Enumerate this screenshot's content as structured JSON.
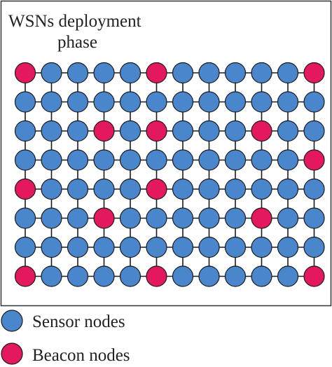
{
  "title": {
    "line1": "WSNs deployment",
    "line2": "phase"
  },
  "grid": {
    "rows": 8,
    "cols": 12,
    "beacons": [
      [
        0,
        0
      ],
      [
        0,
        5
      ],
      [
        0,
        11
      ],
      [
        2,
        3
      ],
      [
        2,
        5
      ],
      [
        2,
        9
      ],
      [
        3,
        11
      ],
      [
        4,
        0
      ],
      [
        4,
        5
      ],
      [
        5,
        3
      ],
      [
        5,
        9
      ],
      [
        7,
        0
      ],
      [
        7,
        5
      ],
      [
        7,
        11
      ]
    ]
  },
  "legend": [
    {
      "label": "Sensor nodes",
      "type": "sensor"
    },
    {
      "label": "Beacon nodes",
      "type": "beacon"
    }
  ],
  "colors": {
    "sensor_fill": "#4A86CC",
    "beacon_fill": "#E4185E",
    "node_stroke": "#1a1a1a",
    "link": "#1a1a1a",
    "frame": "#333333"
  }
}
